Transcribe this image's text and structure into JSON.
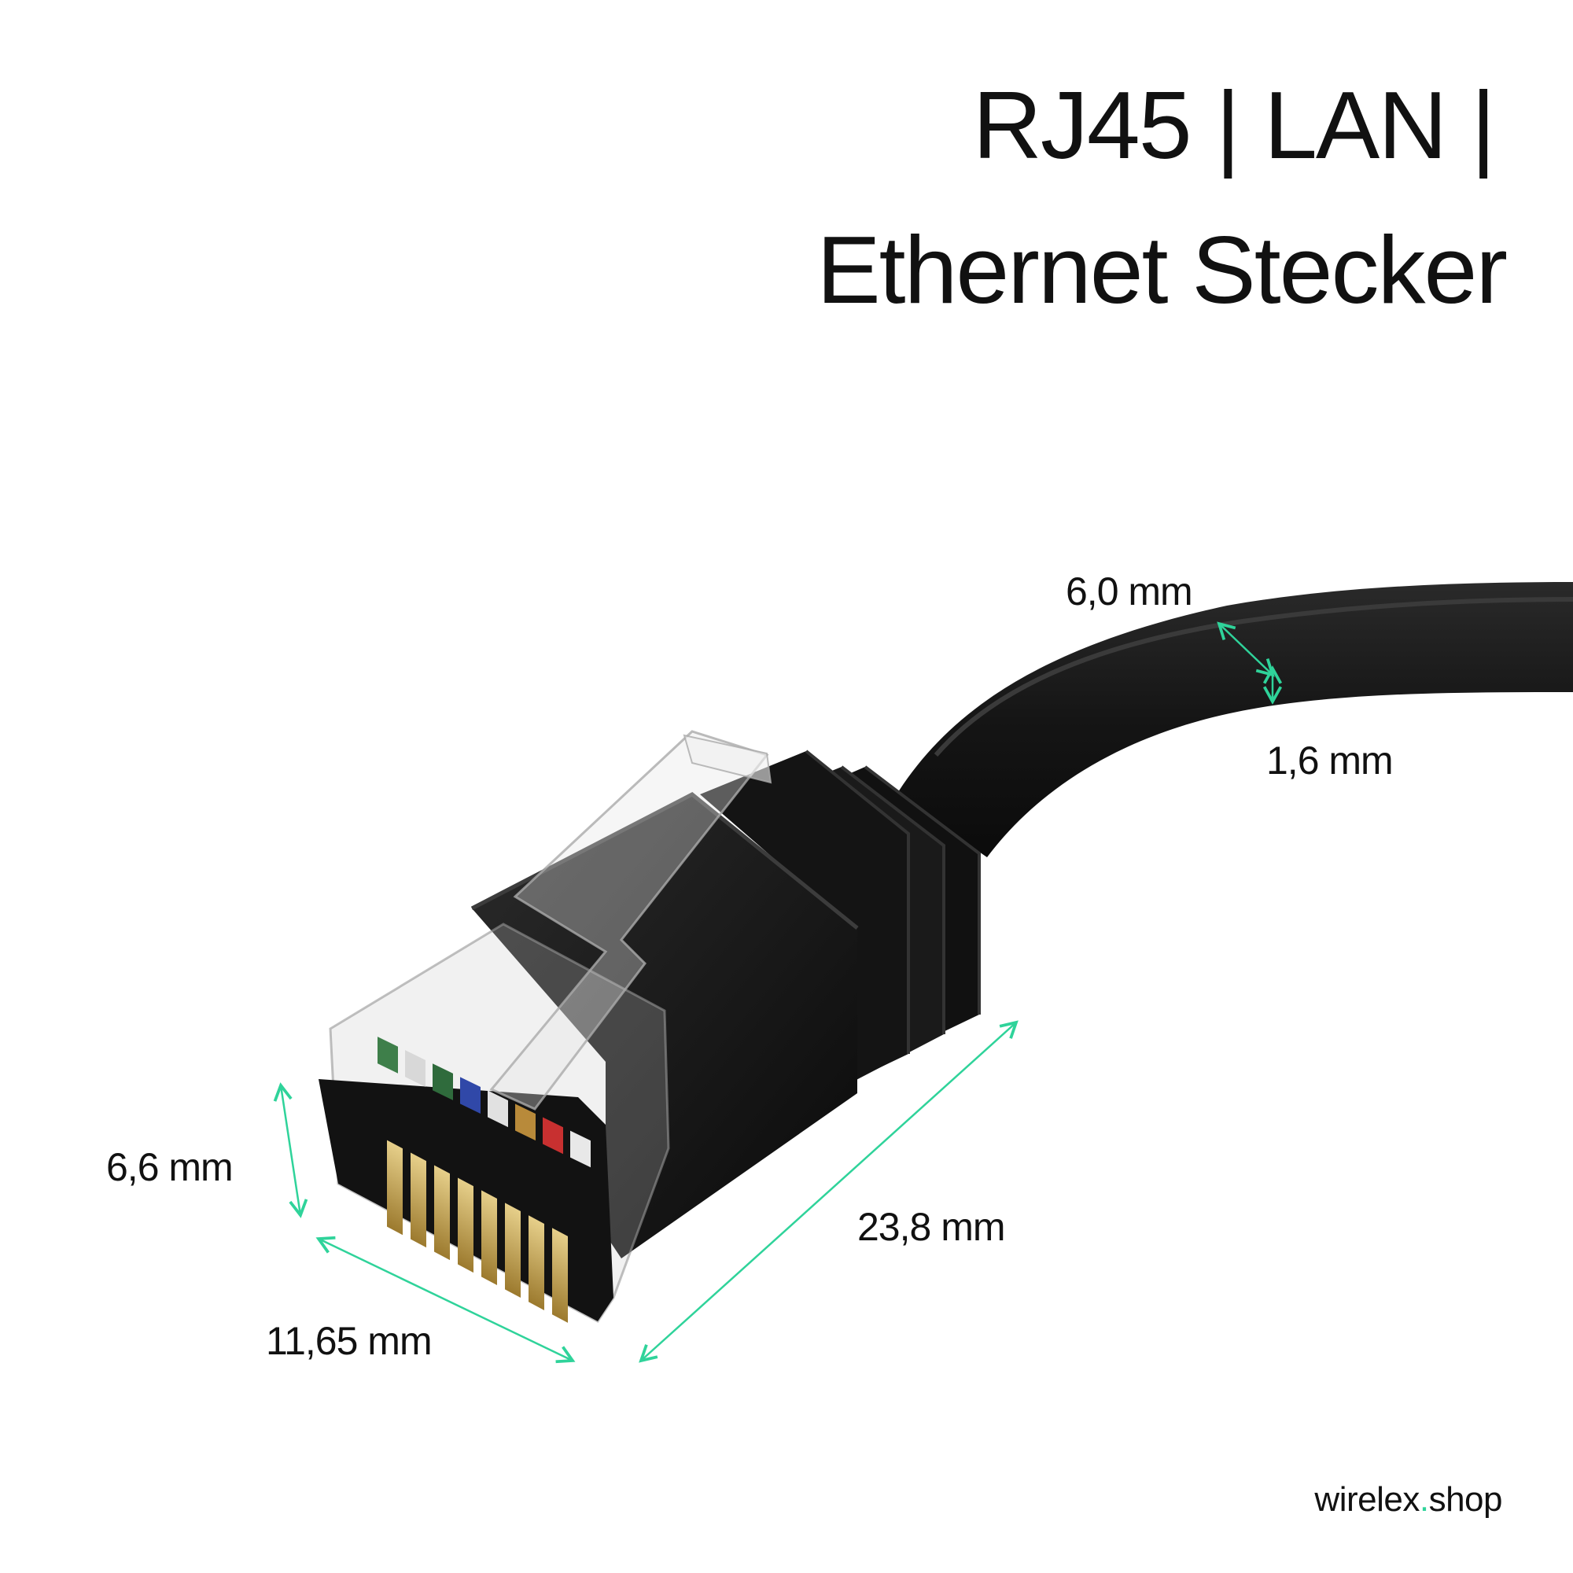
{
  "title": {
    "line1": "RJ45 | LAN |",
    "line2": "Ethernet Stecker"
  },
  "dimensions": {
    "cable_width": "6,0 mm",
    "cable_thickness": "1,6 mm",
    "plug_height": "6,6 mm",
    "plug_length": "23,8 mm",
    "plug_width": "11,65 mm"
  },
  "brand": {
    "name": "wirelex",
    "dot": ".",
    "tld": "shop"
  },
  "colors": {
    "dimension_arrow": "#2fd39a",
    "cable": "#161616",
    "contacts": "#c9a54a",
    "text": "#111111"
  }
}
